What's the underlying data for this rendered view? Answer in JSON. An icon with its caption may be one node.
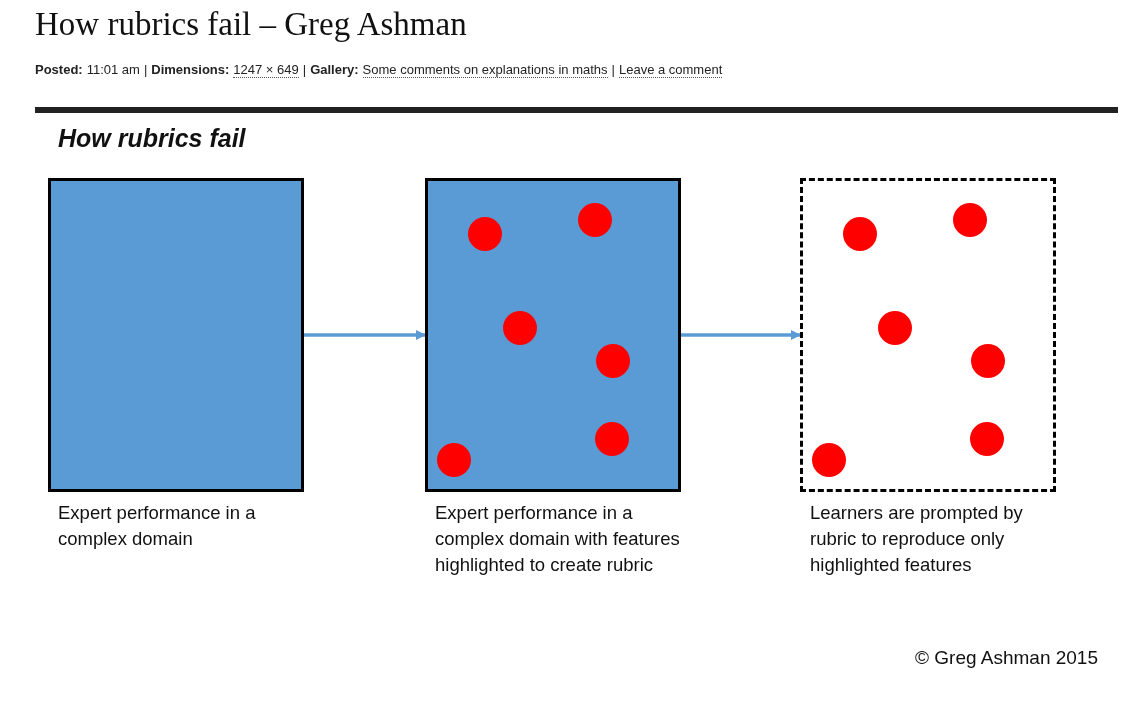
{
  "diagram": {
    "title": "How rubrics fail – Greg Ashman",
    "nodes": [
      {
        "text": [],
        "shape": "box",
        "beside": [
          "Expert performance in a complex domain"
        ]
      },
      {
        "text": [],
        "shape": "box",
        "beside": [
          "Expert performance in a complex domain with features highlighted to create rubric"
        ]
      },
      {
        "text": [],
        "shape": "box",
        "beside": [
          "Learners are prompted by rubric to reproduce only highlighted features"
        ]
      }
    ],
    "edges": [
      {
        "from": 0,
        "to": 1,
        "arrow": "to",
        "color": "#5b9bd5"
      },
      {
        "from": 1,
        "to": 2,
        "arrow": "to",
        "color": "#5b9bd5"
      }
    ],
    "labels": [
      "Posted:",
      "11:01 am",
      "|",
      "Dimensions:",
      "1247 × 649",
      "|",
      "Gallery:",
      "Some comments on explanations in maths",
      "|",
      "Leave a comment",
      "How rubrics fail",
      "© Greg Ashman 2015"
    ]
  }
}
